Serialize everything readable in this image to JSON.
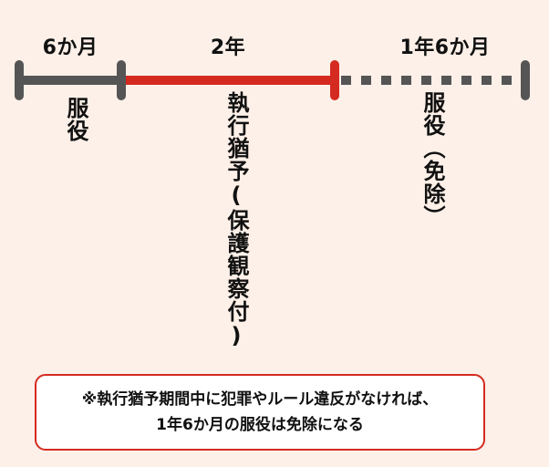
{
  "timeline": {
    "segments": [
      {
        "duration": "6か月",
        "label": "服役",
        "style": "solid",
        "color": "#555555"
      },
      {
        "duration": "2年",
        "label": "執行猶予(保護観察付)",
        "style": "solid",
        "color": "#d42a20"
      },
      {
        "duration": "1年6か月",
        "label": "服役（免除）",
        "style": "dotted",
        "color": "#555555"
      }
    ]
  },
  "note": {
    "line1": "※執行猶予期間中に犯罪やルール違反がなければ、",
    "line2": "1年6か月の服役は免除になる"
  },
  "colors": {
    "background": "#fdf0e8",
    "accent": "#d42a20",
    "neutral": "#555555"
  }
}
